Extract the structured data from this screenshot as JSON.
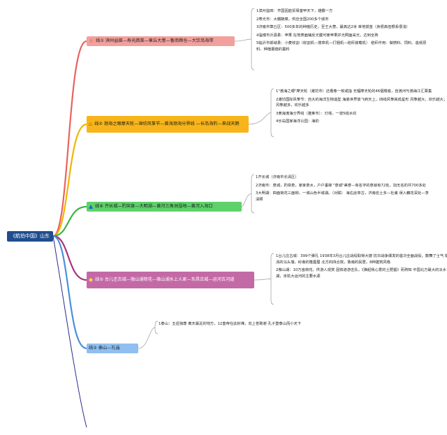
{
  "root": {
    "label": "《航拍中国》山东"
  },
  "branches": [
    {
      "label": "线① 滨州益田—寿光蔬菜—章丘大葱—鲁南粮仓—大饮岛海带",
      "color": "#e9625e",
      "icon": "star-icon",
      "leaves": [
        "1滨州益田：齐国因盐贸易富甲天下，雄霸一方",
        "2寿光市：大棚蔬菜，供应全国200多个城市",
        "3济南市章丘区：500多年的种植历史，至王大葱，最高达2米 单地拔苗（身很高但根系很浅）",
        "4淄博市沂源县：苹果 在地表面铺反光膜可使苹果并光照面采光，达到全熟",
        "5临沂市郯城县：小麦收割（收割机—搂草机—打捆机—秸秆装载机） 秸秆作用：做燃料、饲料、造纸原料、种植蘑菇的基料"
      ]
    },
    {
      "label": "线④ 渤海之眼摩天轮—潍坊风筝节—黄海渤海分界线 —长岛海豹—来战天鹅",
      "color": "#f2b400",
      "icon": "home-icon",
      "leaves": [
        "1\"渤海之眼\"摩天轮（潍坊市）还看像一枚戒指 无辐摩天轮的46個楼底，自渤河与渤海江汇票集",
        "2潍坊国际风筝节：自大的海洋生物造型 海底世界放飞到天上，四线风筝高成星形 风筝越大，欢乐越大；风筝越多，欢乐越多",
        "3黄海渤海分界线（蓬莱市）：灯塔，一道5线水纹",
        "4长岛国家海洋公园：海豹"
      ]
    },
    {
      "label": "线⑥ 齐长城—趵突泉—大明湖—黄河三角洲湿地—黄河入海口",
      "color": "#3bb544",
      "icon": "building-icon",
      "leaves": [
        "1齐长城（济南市长清区）",
        "2济南市：泉城，趵突泉，家家泉水，户户垂柳 \"泉城\"美誉—有名字的泉就有72处，加无名的共700多处",
        "3大明湖：四面荷花三面柳，一城山色半城湖。（对联） 海右此亭古，济南名士多—杜甫 误入藕花深处—李清照"
      ]
    },
    {
      "label": "线⑤ 台儿庄古城—微山湖荷花—微山湖水上人家—东昌古城—运河古河道",
      "color": "#a8327f",
      "icon": "diamond-icon",
      "leaves": [
        "1台儿庄古城：399个弹孔 1938年3月台儿庄战役取得大捷 抗日战争爆发的首次全面战役，鼓舞了士气 徽派的马头墙，岭南的隆屋屋 北方的四合院，鲁南的民居，8种建筑风格",
        "2微山湖：10万亩荷花，供游人观赏 因铁道游击队，《弹起我心爱的土琵琶》而熟知 中国北方最大的淡水湖，京杭大运河的主要水源"
      ]
    },
    {
      "label": "线③ 泰山—孔庙",
      "color": "#4a90d9",
      "icon": "",
      "leaves": [
        "1泰山：五岳独尊 离天最近的地方，12皇帝在此封禅，向上苍致谢 孔子登泰山而小天下"
      ]
    }
  ]
}
